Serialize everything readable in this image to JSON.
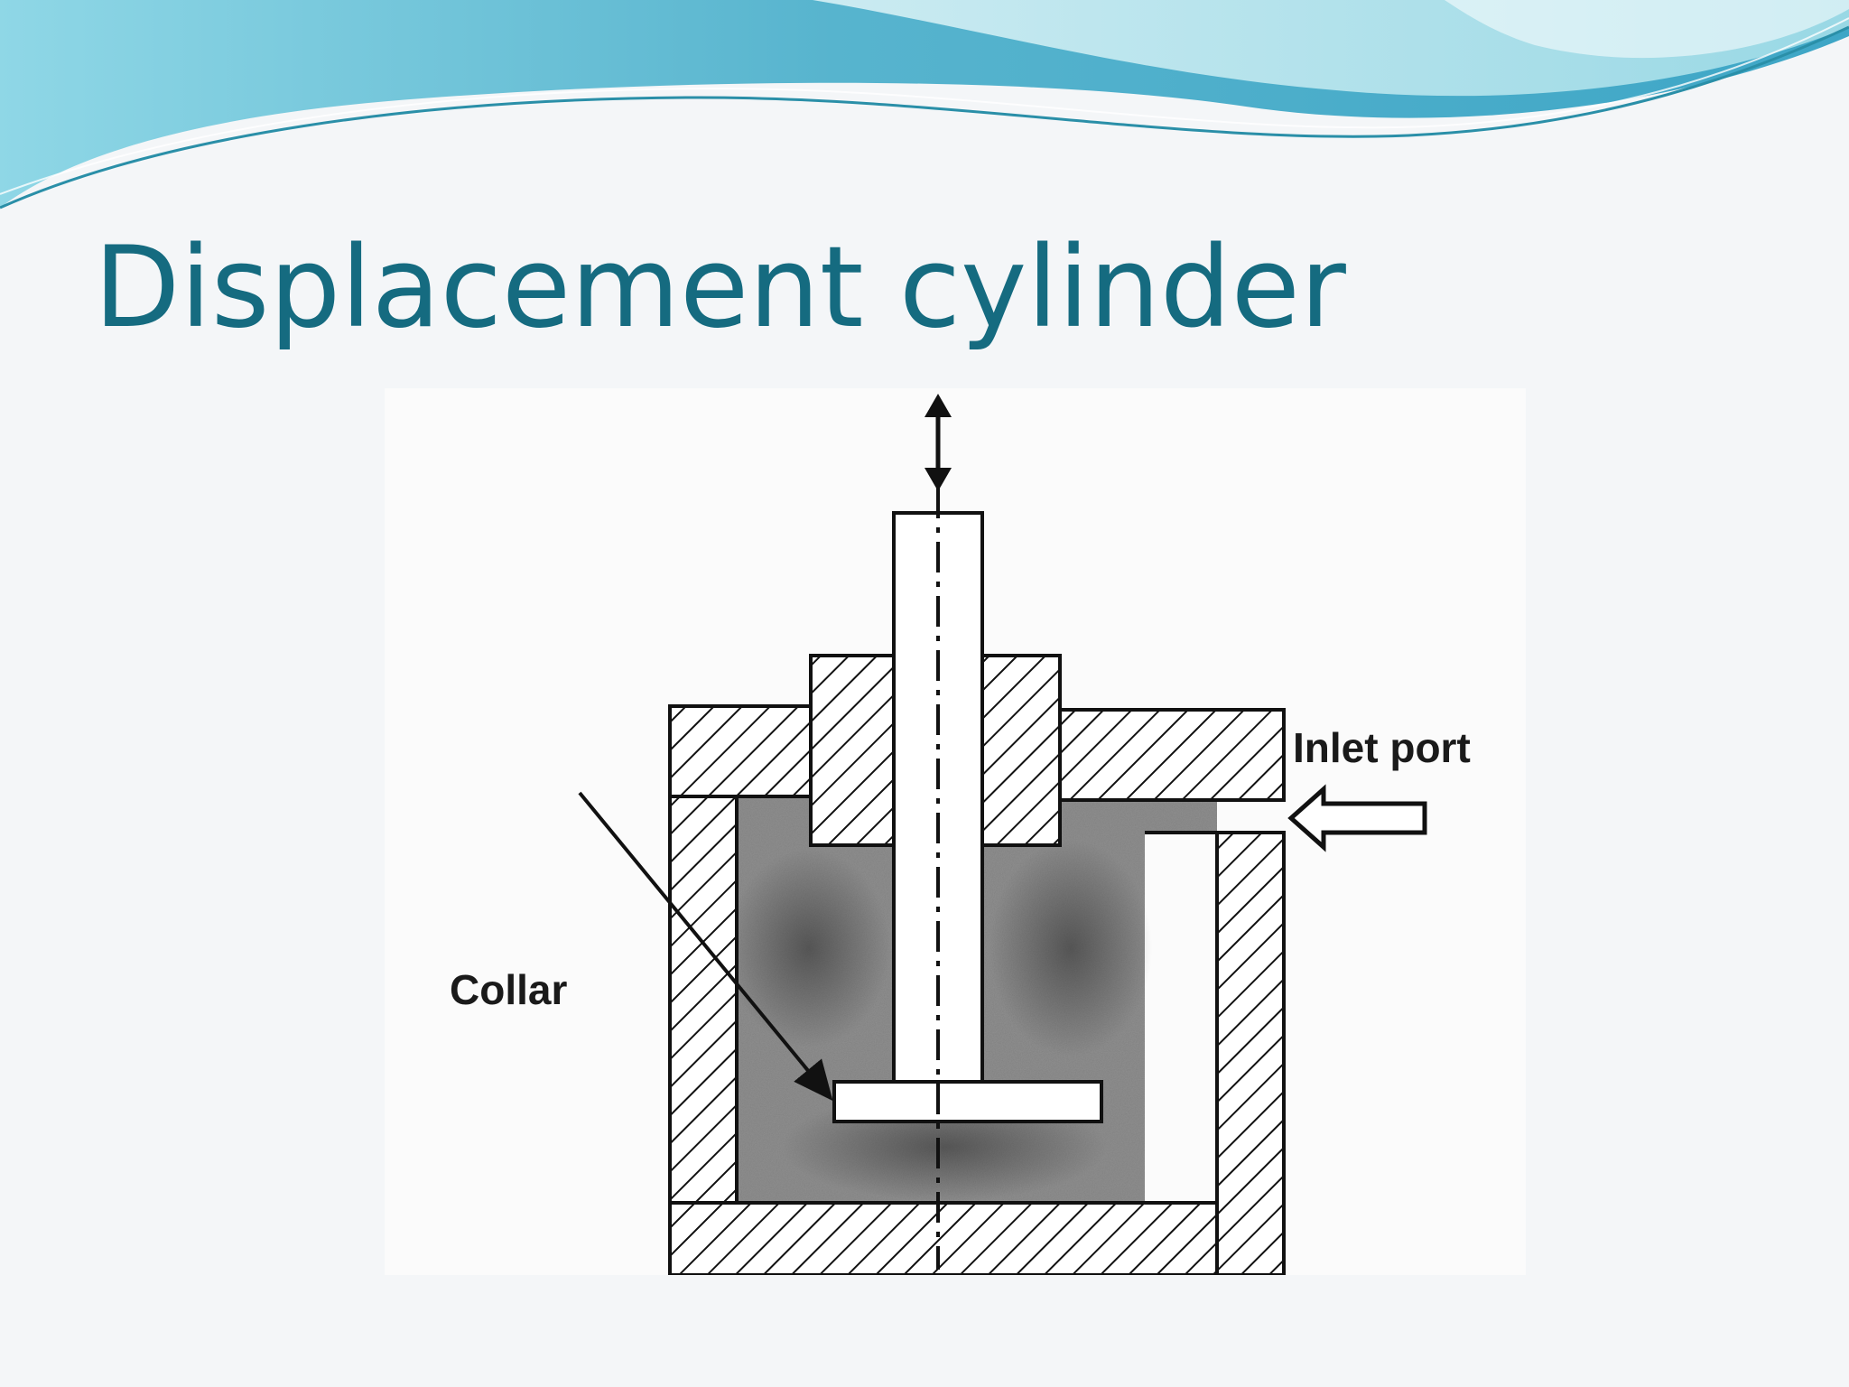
{
  "slide": {
    "title": "Displacement cylinder"
  },
  "diagram": {
    "labels": {
      "inlet_port": "Inlet port",
      "collar": "Collar"
    }
  },
  "colors": {
    "title": "#156b80",
    "wave_dark": "#5fb8cf",
    "wave_light": "#c4ebf1",
    "background": "#f4f6f8"
  }
}
